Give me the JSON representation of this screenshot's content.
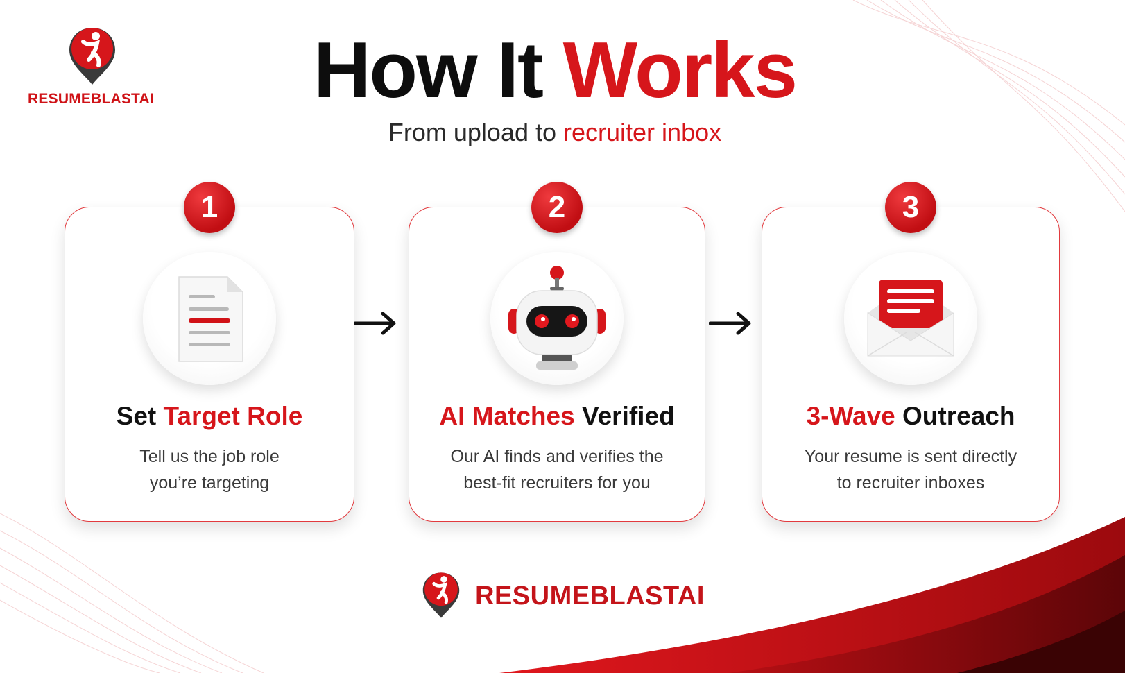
{
  "brand": {
    "name": "RESUMEBLASTAI",
    "accent_color": "#d6161b"
  },
  "header": {
    "title_part1": "How It ",
    "title_part2": "Works",
    "subtitle_part1": "From upload to ",
    "subtitle_part2": "recruiter inbox"
  },
  "steps": [
    {
      "number": "1",
      "title_plain": "Set ",
      "title_accent": "Target Role",
      "desc_line1": "Tell us the job role",
      "desc_line2": "you’re targeting",
      "icon": "document-icon"
    },
    {
      "number": "2",
      "title_accent": "AI Matches",
      "title_plain": " Verified",
      "desc_line1": "Our AI finds and verifies the",
      "desc_line2": "best-fit recruiters for you",
      "icon": "robot-icon"
    },
    {
      "number": "3",
      "title_accent": "3-Wave",
      "title_plain": " Outreach",
      "desc_line1": "Your resume is sent directly",
      "desc_line2": "to recruiter inboxes",
      "icon": "envelope-icon"
    }
  ]
}
